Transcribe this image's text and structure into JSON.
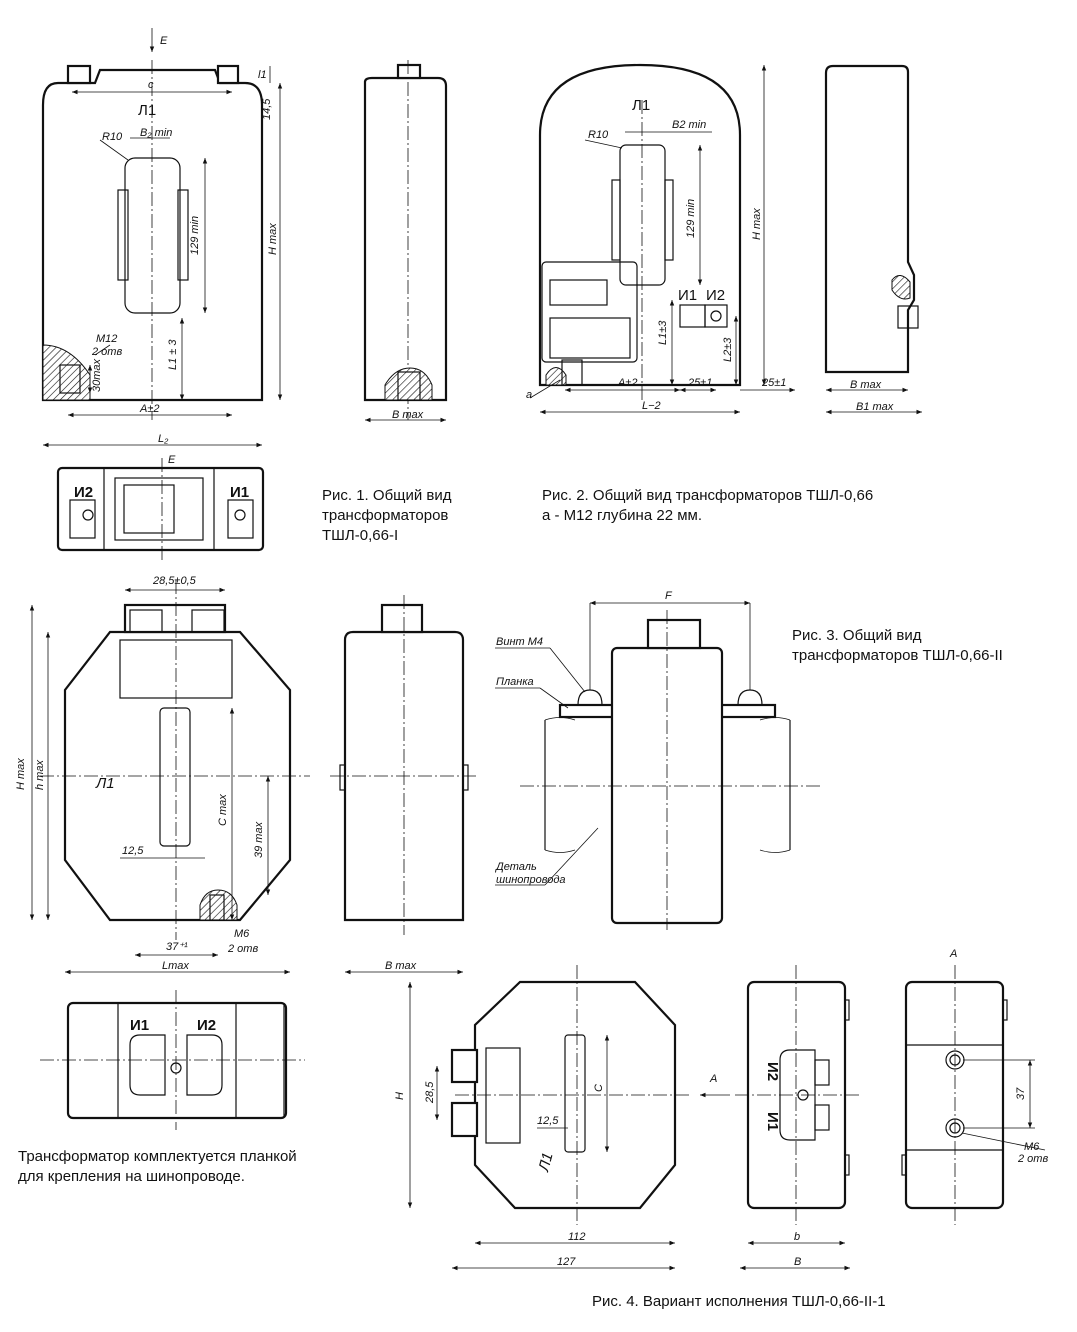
{
  "captions": {
    "fig1": [
      "Рис. 1. Общий вид",
      "трансформаторов",
      "ТШЛ-0,66-I"
    ],
    "fig2": [
      "Рис. 2. Общий вид трансформаторов ТШЛ-0,66",
      "а - М12 глубина 22 мм."
    ],
    "fig3": [
      "Рис. 3. Общий вид",
      "трансформаторов ТШЛ-0,66-II"
    ],
    "fig4": "Рис. 4. Вариант исполнения ТШЛ-0,66-II-1",
    "note": [
      "Трансформатор комплектуется планкой",
      "для крепления на шинопроводе."
    ]
  },
  "fig1": {
    "arrow": "E",
    "c": "c",
    "l1_top": "l1",
    "h145": "14,5",
    "marking": "Л1",
    "b2": "B₂ min",
    "r10": "R10",
    "d129": "129 min",
    "hmax": "H max",
    "m12": "M12",
    "two_holes": "2 отв",
    "thirty": "30max",
    "l1": "L1 ± 3",
    "a": "A±2",
    "l2": "L₂",
    "bmax": "B max",
    "bottom_e": "E",
    "i2": "И2",
    "i1": "И1"
  },
  "fig2": {
    "marking": "Л1",
    "r10": "R10",
    "b2": "B2 min",
    "d129": "129 min",
    "hmax": "H max",
    "i1": "И1",
    "i2": "И2",
    "l1": "L1±3",
    "l2": "L2±3",
    "a": "A±2",
    "d25a": "25±1",
    "d25b": "25±1",
    "a_note": "a",
    "l": "L−2",
    "bmax": "B max",
    "b1max": "B1 max"
  },
  "fig3": {
    "d285": "28,5±0,5",
    "hmax": "H max",
    "hsmall": "h max",
    "marking": "Л1",
    "cmax": "C max",
    "d39": "39 max",
    "d125": "12,5",
    "d37": "37⁺¹",
    "m6": "M6",
    "two_holes": "2 отв",
    "lmax": "Lmax",
    "bmax": "B max",
    "f": "F",
    "screw": "Винт М4",
    "bar": "Планка",
    "busbar1": "Деталь",
    "busbar2": "шинопровода",
    "i1": "И1",
    "i2": "И2"
  },
  "fig4": {
    "h": "H",
    "d285": "28,5",
    "c": "C",
    "d125": "12,5",
    "marking": "Л1",
    "arrow": "A",
    "d112": "112",
    "d127": "127",
    "b_small": "b",
    "b_big": "B",
    "view_a": "A",
    "d37": "37",
    "m6": "M6",
    "two_holes": "2 отв",
    "i2": "И2",
    "i1": "И1"
  }
}
